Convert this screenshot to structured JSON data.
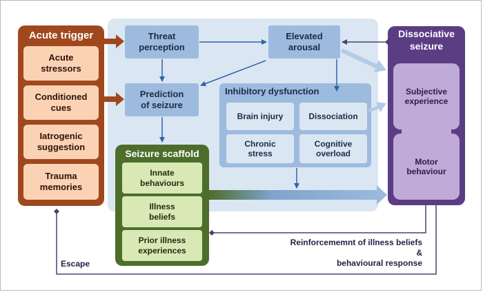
{
  "acute_trigger": {
    "title": "Acute trigger",
    "items": [
      "Acute\nstressors",
      "Conditioned\ncues",
      "Iatrogenic\nsuggestion",
      "Trauma\nmemories"
    ]
  },
  "central": {
    "threat": "Threat\nperception",
    "arousal": "Elevated\narousal",
    "prediction": "Prediction\nof seizure",
    "inhibitory": {
      "title": "Inhibitory dysfunction",
      "items": [
        "Brain injury",
        "Dissociation",
        "Chronic\nstress",
        "Cognitive\noverload"
      ]
    }
  },
  "scaffold": {
    "title": "Seizure scaffold",
    "items": [
      "Innate\nbehaviours",
      "Illness\nbeliefs",
      "Prior illness\nexperiences"
    ]
  },
  "dissociative": {
    "title": "Dissociative\nseizure",
    "subjective": "Subjective\nexperience",
    "motor": "Motor\nbehaviour"
  },
  "feedback": {
    "reinforcement": "Reinforcememnt of illness beliefs\n&\nbehavioural response",
    "escape": "Escape"
  },
  "colors": {
    "orange": "#a0481d",
    "orange_light": "#fcd2b5",
    "blue_bg": "#dbe6f3",
    "blue_box": "#9dbbde",
    "blue_arrow": "#2e63a6",
    "green": "#4d6e2b",
    "green_light": "#d8e9b6",
    "purple": "#5b3d84",
    "purple_light": "#c0aad8",
    "feedback_line": "#4f3f74"
  }
}
